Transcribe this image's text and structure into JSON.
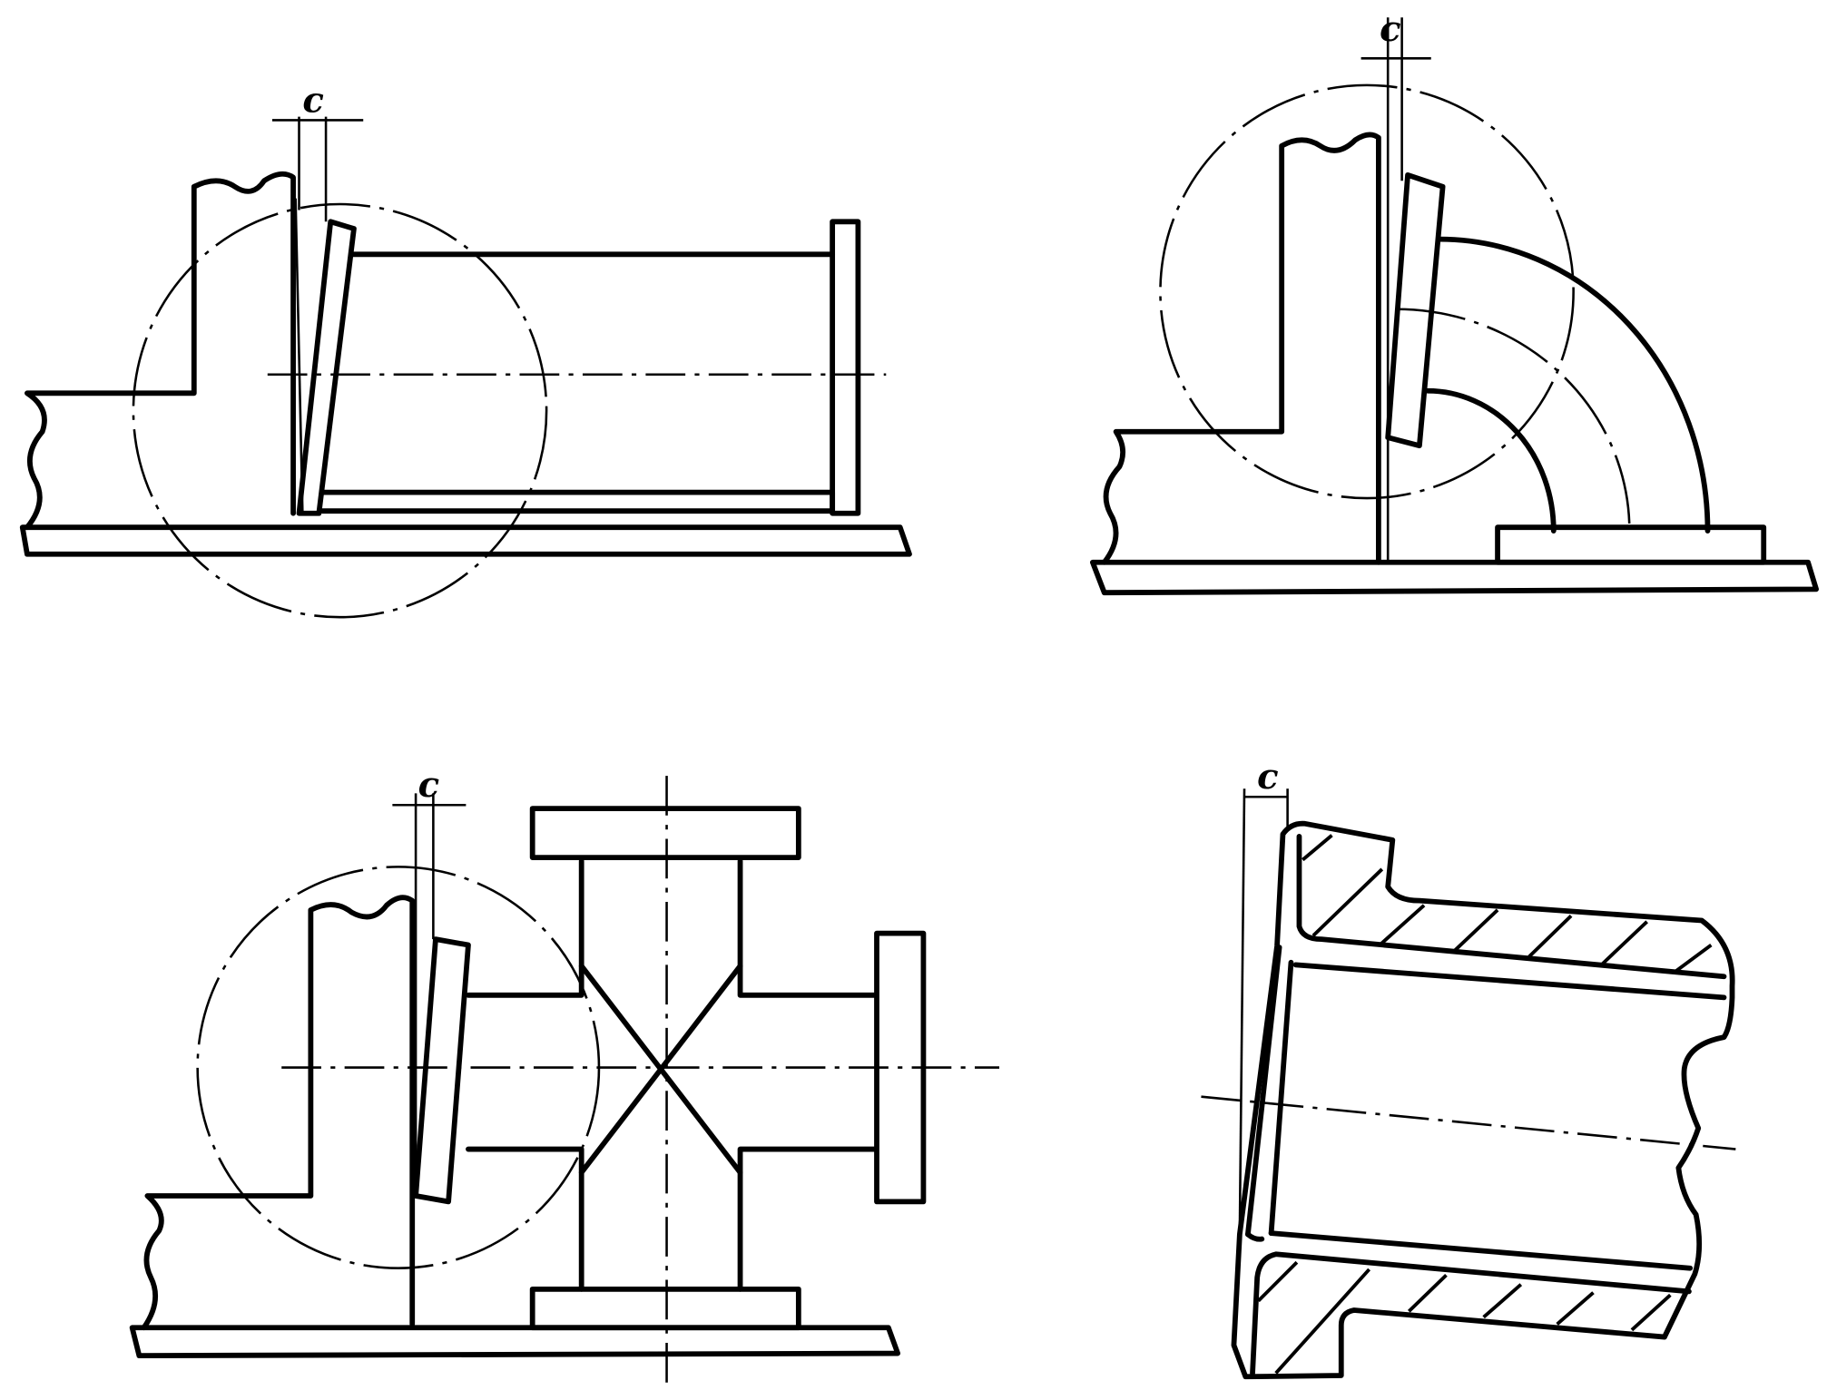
{
  "figures": [
    {
      "name": "pipe-flange-alignment",
      "dimension_label": "c"
    },
    {
      "name": "elbow-flange-alignment",
      "dimension_label": "c"
    },
    {
      "name": "cross-fitting-flange-alignment",
      "dimension_label": "c"
    },
    {
      "name": "flange-cross-section",
      "dimension_label": "c"
    }
  ],
  "colors": {
    "line": "#000000",
    "background": "#ffffff"
  }
}
